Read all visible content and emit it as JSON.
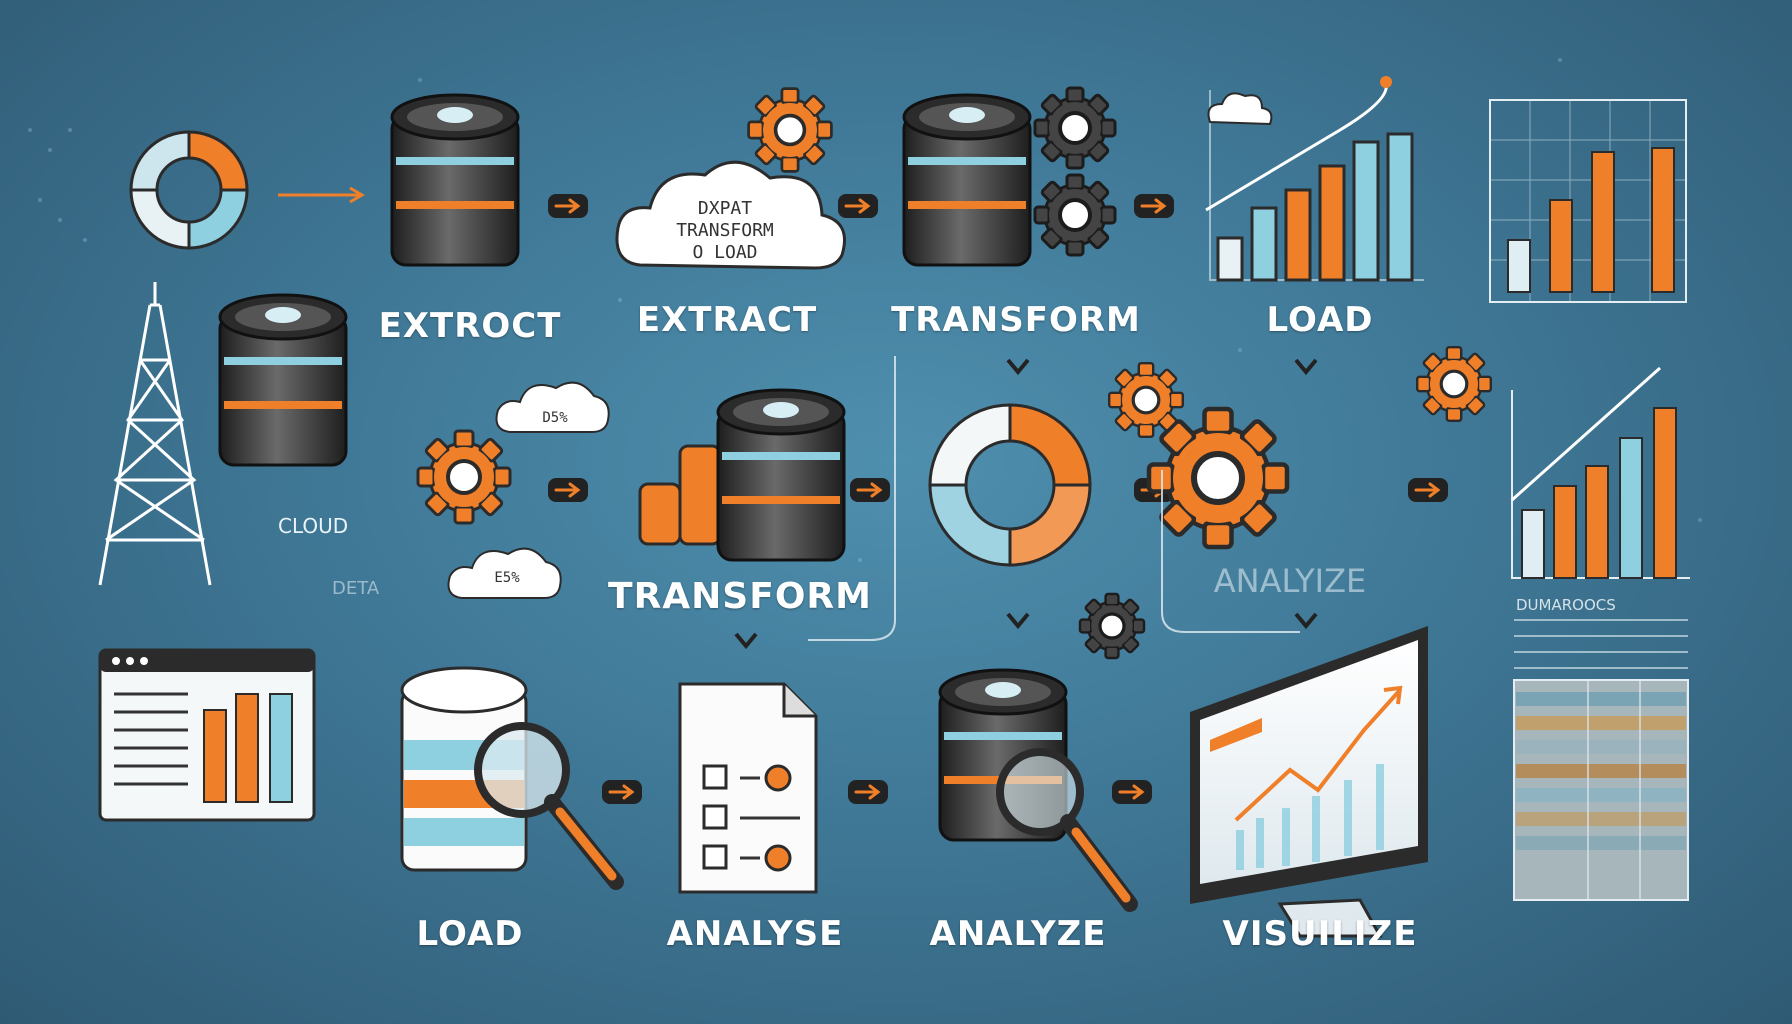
{
  "labels": {
    "row1_extroct": "EXTROCT",
    "row1_extract": "EXTRACT",
    "row1_transform": "TRANSFORM",
    "row1_load": "LOAD",
    "row2_transform": "TRANSFORM",
    "row2_analyize": "ANALYIZE",
    "row3_load": "LOAD",
    "row3_analyse": "ANALYSE",
    "row3_analyze": "ANALYZE",
    "row3_visuilize": "VISUILIZE"
  },
  "cloud_main": {
    "line1": "DXPAT",
    "line2": "TRANSFORM",
    "line3": "O LOAD"
  },
  "cloud_small_1": "D5%",
  "cloud_small_2": "E5%",
  "side_text": {
    "cloud": "CLOUD",
    "deta": "DETA",
    "dashboards": "DUMAROOCS"
  },
  "colors": {
    "background": "#3f7896",
    "orange": "#f07f2a",
    "light_blue": "#8ecfe0",
    "dark": "#2b2b2b"
  }
}
